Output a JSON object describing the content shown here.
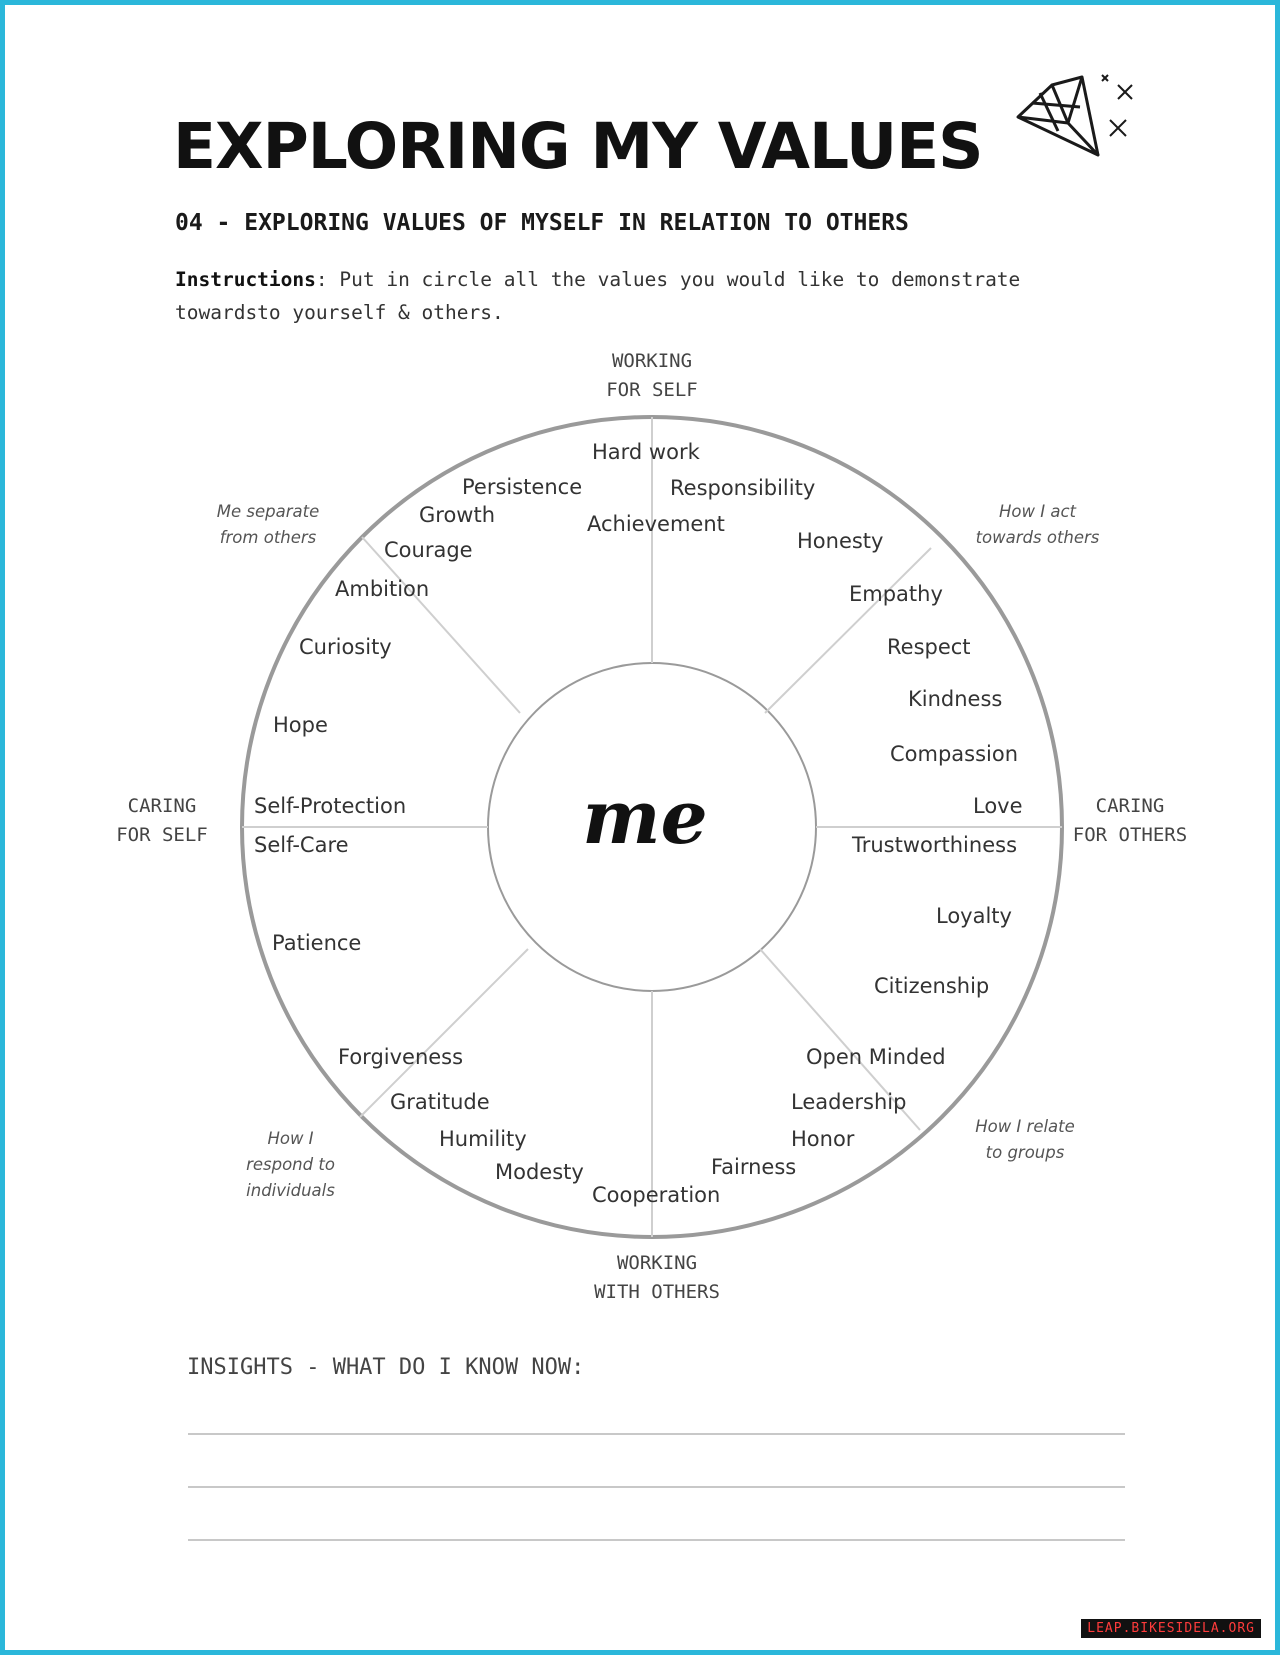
{
  "header": {
    "title": "EXPLORING MY VALUES",
    "subtitle": "04 - EXPLORING VALUES OF MYSELF IN RELATION TO OTHERS",
    "instructions_label": "Instructions",
    "instructions_text": ": Put in circle all the values you would like to demonstrate towardsto yourself & others."
  },
  "wheel": {
    "center_label": "me",
    "axes": {
      "top": [
        "WORKING",
        "FOR SELF"
      ],
      "left": [
        "CARING",
        "FOR SELF"
      ],
      "right": [
        "CARING",
        "FOR OTHERS"
      ],
      "bottom": [
        "WORKING",
        "WITH OTHERS"
      ]
    },
    "sectors": {
      "top_left": [
        "Me separate",
        "from others"
      ],
      "top_right": [
        "How I act",
        "towards others"
      ],
      "bottom_left": [
        "How I",
        "respond to",
        "individuals"
      ],
      "bottom_right": [
        "How I relate",
        "to groups"
      ]
    },
    "values": [
      "Hard work",
      "Persistence",
      "Responsibility",
      "Growth",
      "Achievement",
      "Honesty",
      "Courage",
      "Ambition",
      "Empathy",
      "Curiosity",
      "Respect",
      "Kindness",
      "Hope",
      "Compassion",
      "Self-Protection",
      "Love",
      "Self-Care",
      "Trustworthiness",
      "Loyalty",
      "Patience",
      "Citizenship",
      "Forgiveness",
      "Open Minded",
      "Gratitude",
      "Leadership",
      "Humility",
      "Honor",
      "Modesty",
      "Fairness",
      "Cooperation"
    ]
  },
  "insights": {
    "heading": "INSIGHTS - WHAT DO I KNOW NOW:"
  },
  "icons": {
    "corner": "diamond-icon"
  },
  "watermark": "LEAP.BIKESIDELA.ORG",
  "colors": {
    "frame": "#2bb7da",
    "text": "#2b2b2b",
    "circle": "#9a9a9a",
    "watermark_bg": "#111111",
    "watermark_text": "#ff3b3b"
  }
}
